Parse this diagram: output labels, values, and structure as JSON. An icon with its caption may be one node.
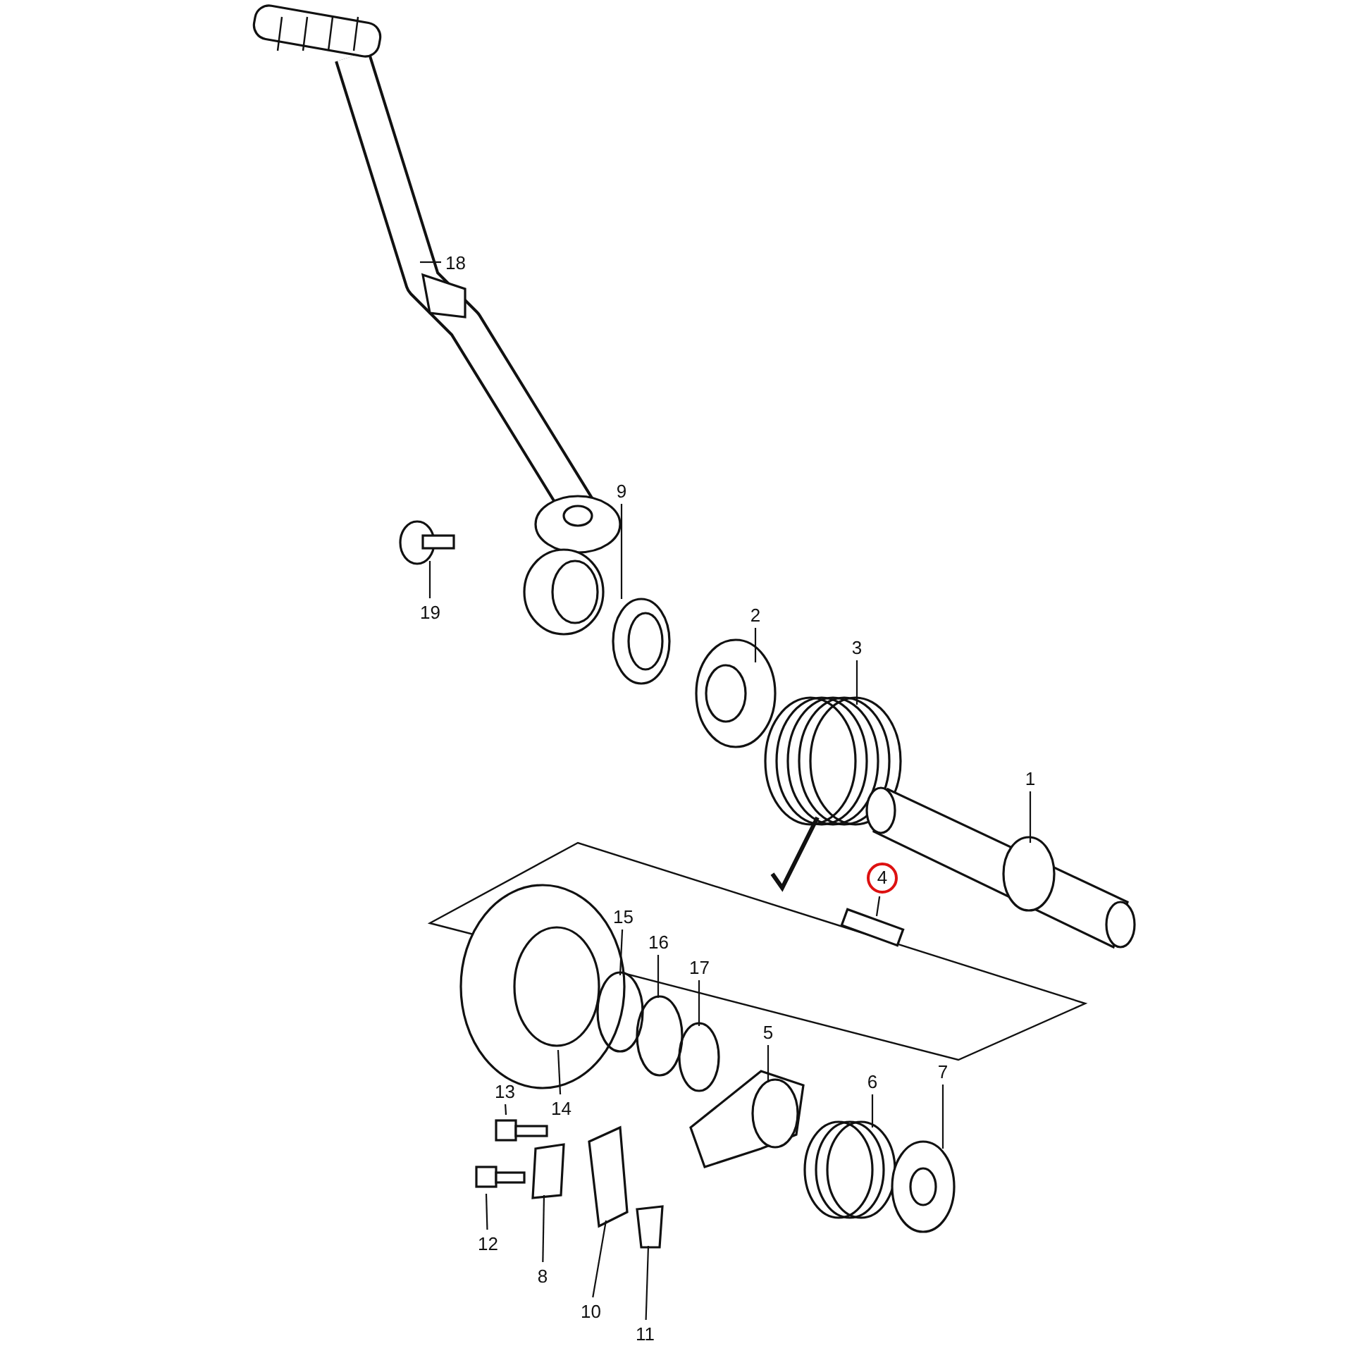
{
  "diagram": {
    "nodes": [
      {
        "text": [
          "18"
        ]
      },
      {
        "text": [
          "19"
        ]
      },
      {
        "text": [
          "9"
        ]
      },
      {
        "text": [
          "2"
        ]
      },
      {
        "text": [
          "3"
        ]
      },
      {
        "text": [
          "1"
        ]
      },
      {
        "text": [
          "4"
        ]
      },
      {
        "text": [
          "15"
        ]
      },
      {
        "text": [
          "16"
        ]
      },
      {
        "text": [
          "17"
        ]
      },
      {
        "text": [
          "5"
        ]
      },
      {
        "text": [
          "13"
        ]
      },
      {
        "text": [
          "14"
        ]
      },
      {
        "text": [
          "6"
        ]
      },
      {
        "text": [
          "7"
        ]
      },
      {
        "text": [
          "12"
        ]
      },
      {
        "text": [
          "8"
        ]
      },
      {
        "text": [
          "10"
        ]
      },
      {
        "text": [
          "11"
        ]
      }
    ],
    "edges": [
      {
        "from": 0,
        "to": null,
        "arrow": "none"
      },
      {
        "from": 1,
        "to": null,
        "arrow": "none"
      },
      {
        "from": 2,
        "to": null,
        "arrow": "none"
      },
      {
        "from": 3,
        "to": null,
        "arrow": "none"
      },
      {
        "from": 4,
        "to": null,
        "arrow": "none"
      },
      {
        "from": 5,
        "to": null,
        "arrow": "none"
      },
      {
        "from": 6,
        "to": null,
        "arrow": "none"
      },
      {
        "from": 7,
        "to": null,
        "arrow": "none"
      },
      {
        "from": 8,
        "to": null,
        "arrow": "none"
      },
      {
        "from": 9,
        "to": null,
        "arrow": "none"
      },
      {
        "from": 10,
        "to": null,
        "arrow": "none"
      },
      {
        "from": 11,
        "to": null,
        "arrow": "none"
      },
      {
        "from": 12,
        "to": null,
        "arrow": "none"
      },
      {
        "from": 13,
        "to": null,
        "arrow": "none"
      },
      {
        "from": 14,
        "to": null,
        "arrow": "none"
      },
      {
        "from": 15,
        "to": null,
        "arrow": "none"
      },
      {
        "from": 16,
        "to": null,
        "arrow": "none"
      },
      {
        "from": 17,
        "to": null,
        "arrow": "none"
      },
      {
        "from": 18,
        "to": null,
        "arrow": "none"
      }
    ]
  }
}
